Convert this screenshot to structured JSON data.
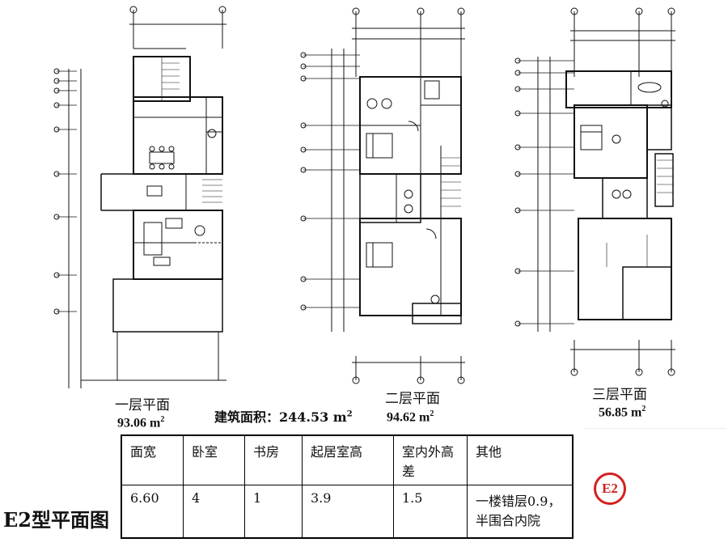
{
  "floors": [
    {
      "label": "一层平面",
      "area_value": "93.06 m",
      "area_sup": "2"
    },
    {
      "label": "二层平面",
      "area_value": "94.62 m",
      "area_sup": "2"
    },
    {
      "label": "三层平面",
      "area_value": "56.85 m",
      "area_sup": "2"
    }
  ],
  "total": {
    "text": "建筑面积：244.53 m",
    "sup": "2"
  },
  "table": {
    "headers": [
      "面宽",
      "卧室",
      "书房",
      "起居室高",
      "室内外高差",
      "其他"
    ],
    "values": [
      "6.60",
      "4",
      "1",
      "3.9",
      "1.5",
      "一楼错层0.9，半围合内院"
    ]
  },
  "type_title": "E2型平面图",
  "badge": "E2",
  "colors": {
    "badge": "#d62020",
    "lines": "#111111",
    "highlight": "#555555"
  }
}
